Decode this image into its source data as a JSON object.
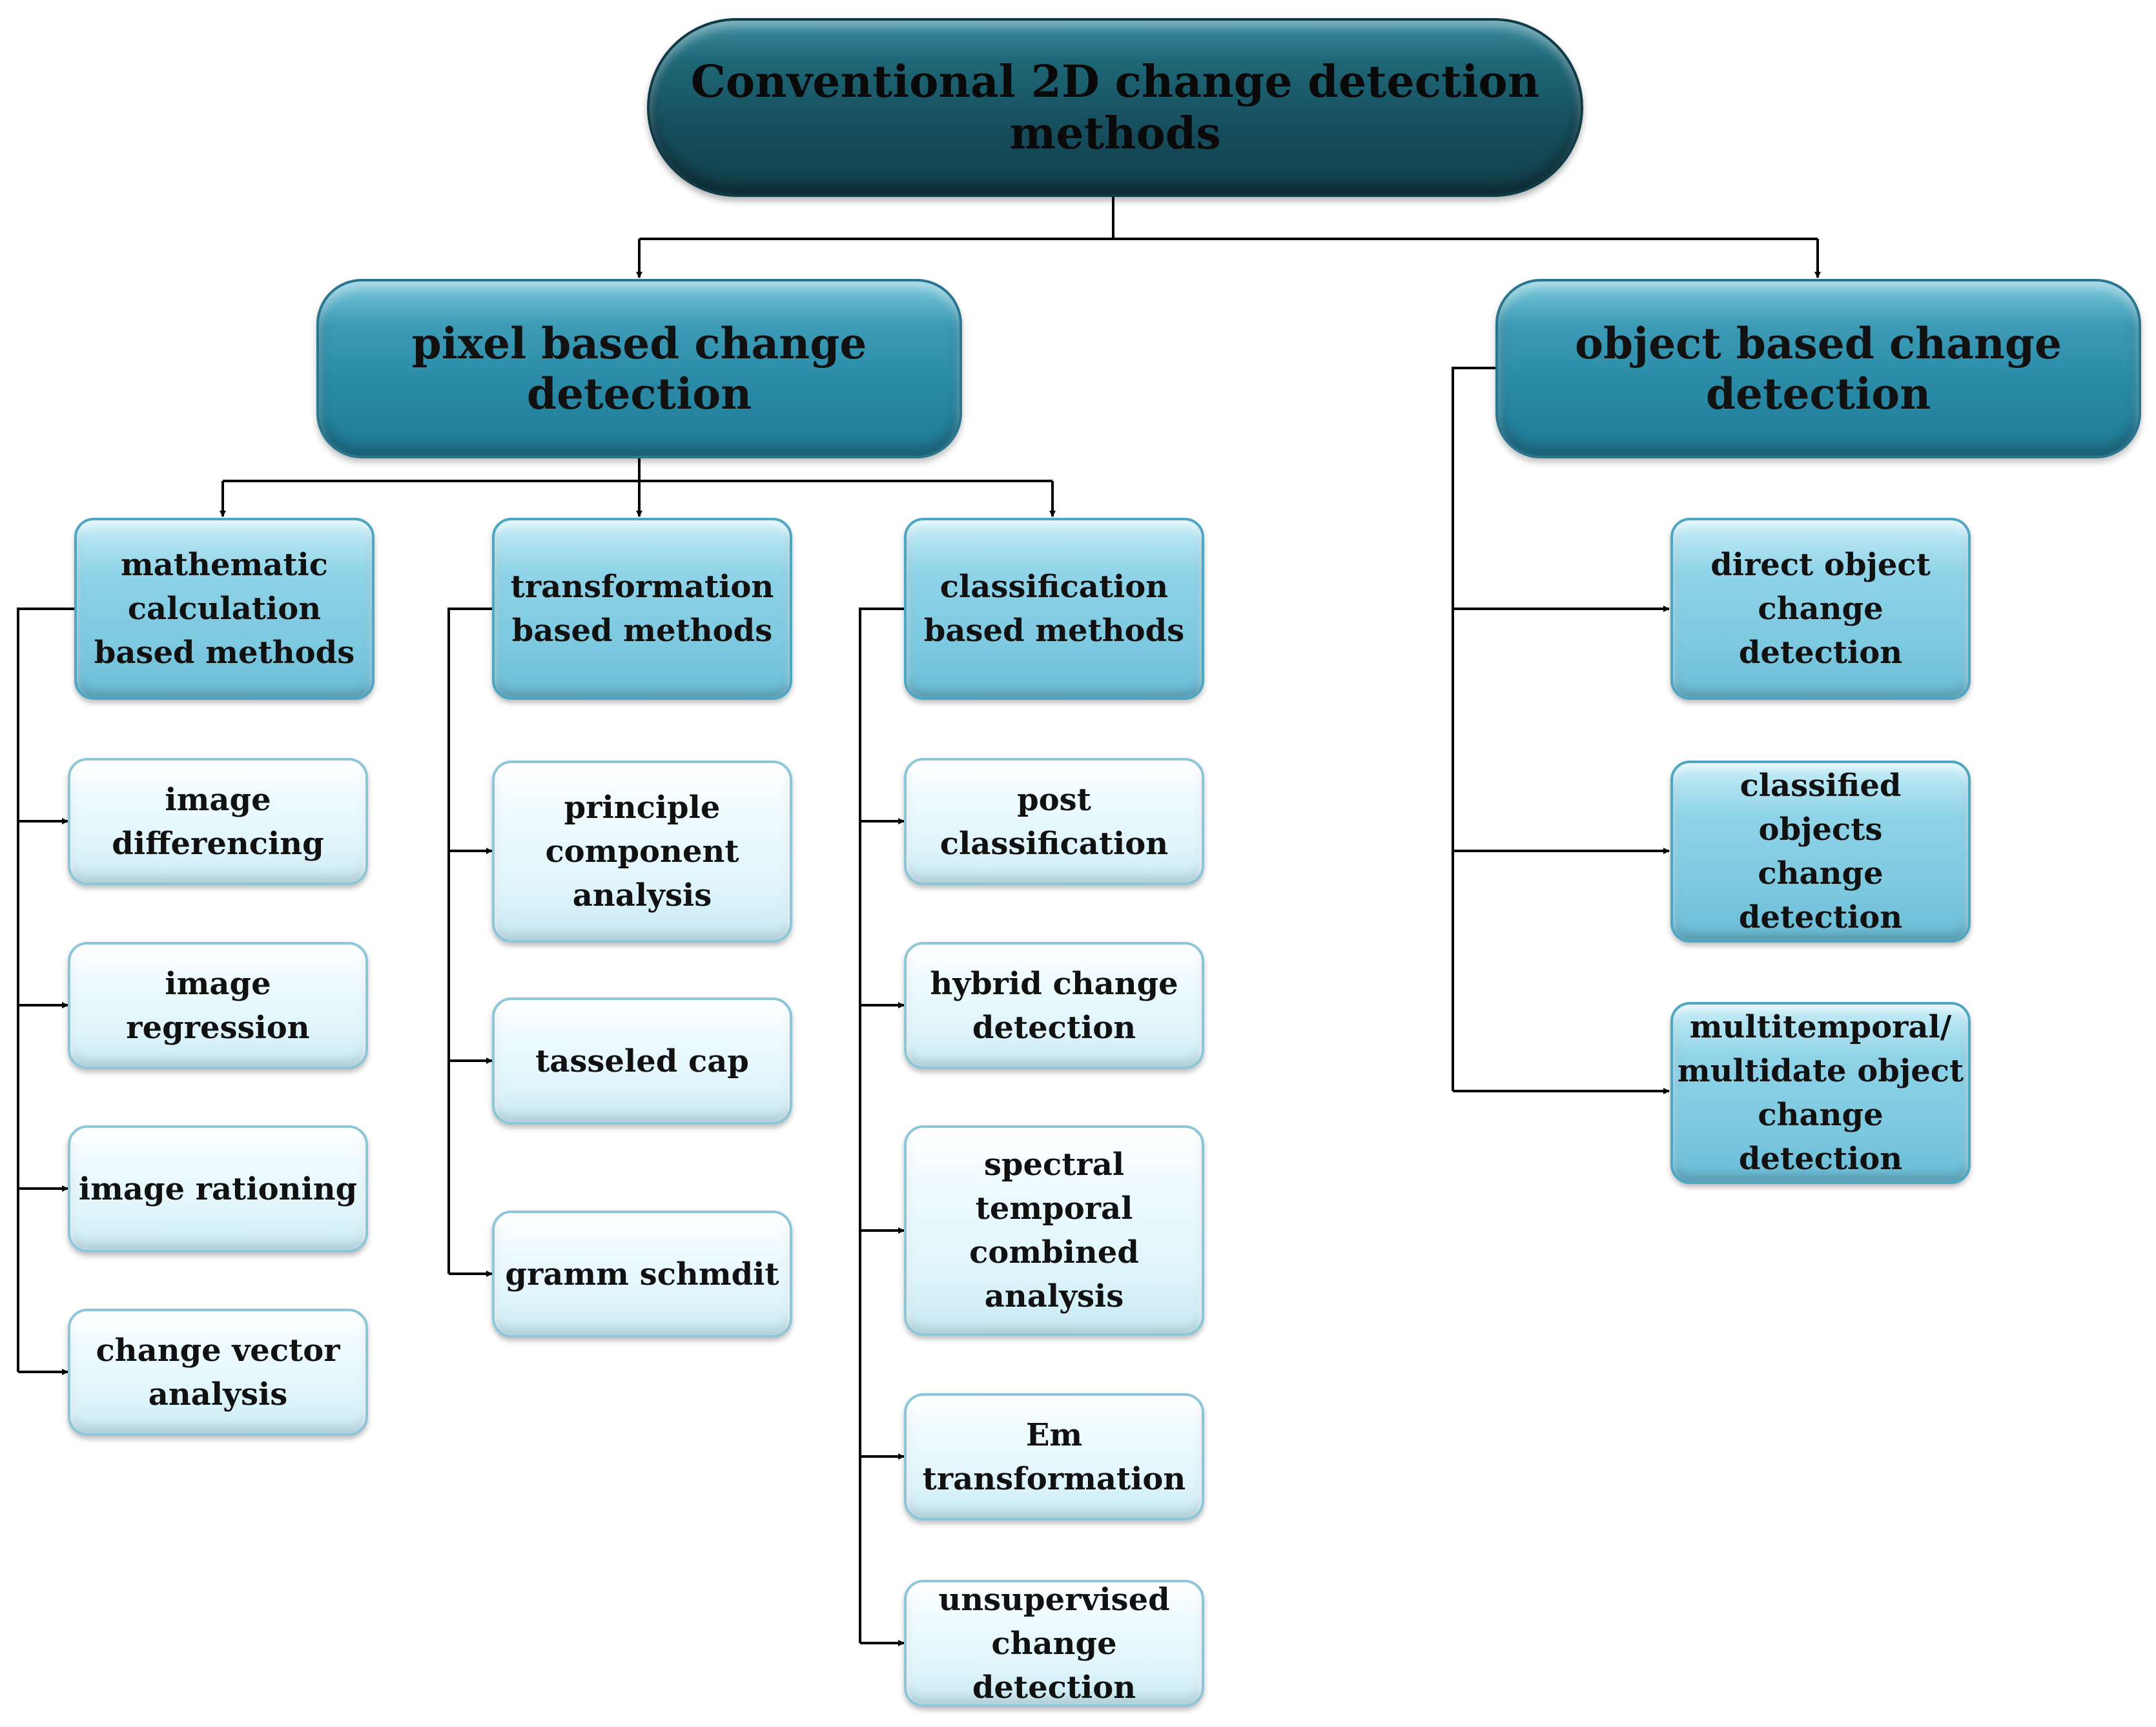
{
  "diagram": {
    "root": {
      "label": "Conventional 2D change detection methods"
    },
    "pixel": {
      "label": "pixel based change detection"
    },
    "object": {
      "label": "object based change detection"
    },
    "categories": {
      "math": {
        "label": "mathematic\ncalculation\nbased methods"
      },
      "transform": {
        "label": "transformation\nbased methods"
      },
      "classif": {
        "label": "classification\nbased methods"
      }
    },
    "math_methods": [
      {
        "label": "image\ndifferencing"
      },
      {
        "label": "image regression"
      },
      {
        "label": "image rationing"
      },
      {
        "label": "change vector\nanalysis"
      }
    ],
    "transform_methods": [
      {
        "label": "principle\ncomponent\nanalysis"
      },
      {
        "label": "tasseled cap"
      },
      {
        "label": "gramm schmdit"
      }
    ],
    "classif_methods": [
      {
        "label": "post\nclassification"
      },
      {
        "label": "hybrid change\ndetection"
      },
      {
        "label": "spectral\ntemporal\ncombined\nanalysis"
      },
      {
        "label": "Em\ntransformation"
      },
      {
        "label": "unsupervised\nchange detection"
      }
    ],
    "object_methods": [
      {
        "label": "direct object\nchange detection"
      },
      {
        "label": "classified objects\nchange detection"
      },
      {
        "label": "multitemporal/\nmultidate object\nchange detection"
      }
    ]
  }
}
